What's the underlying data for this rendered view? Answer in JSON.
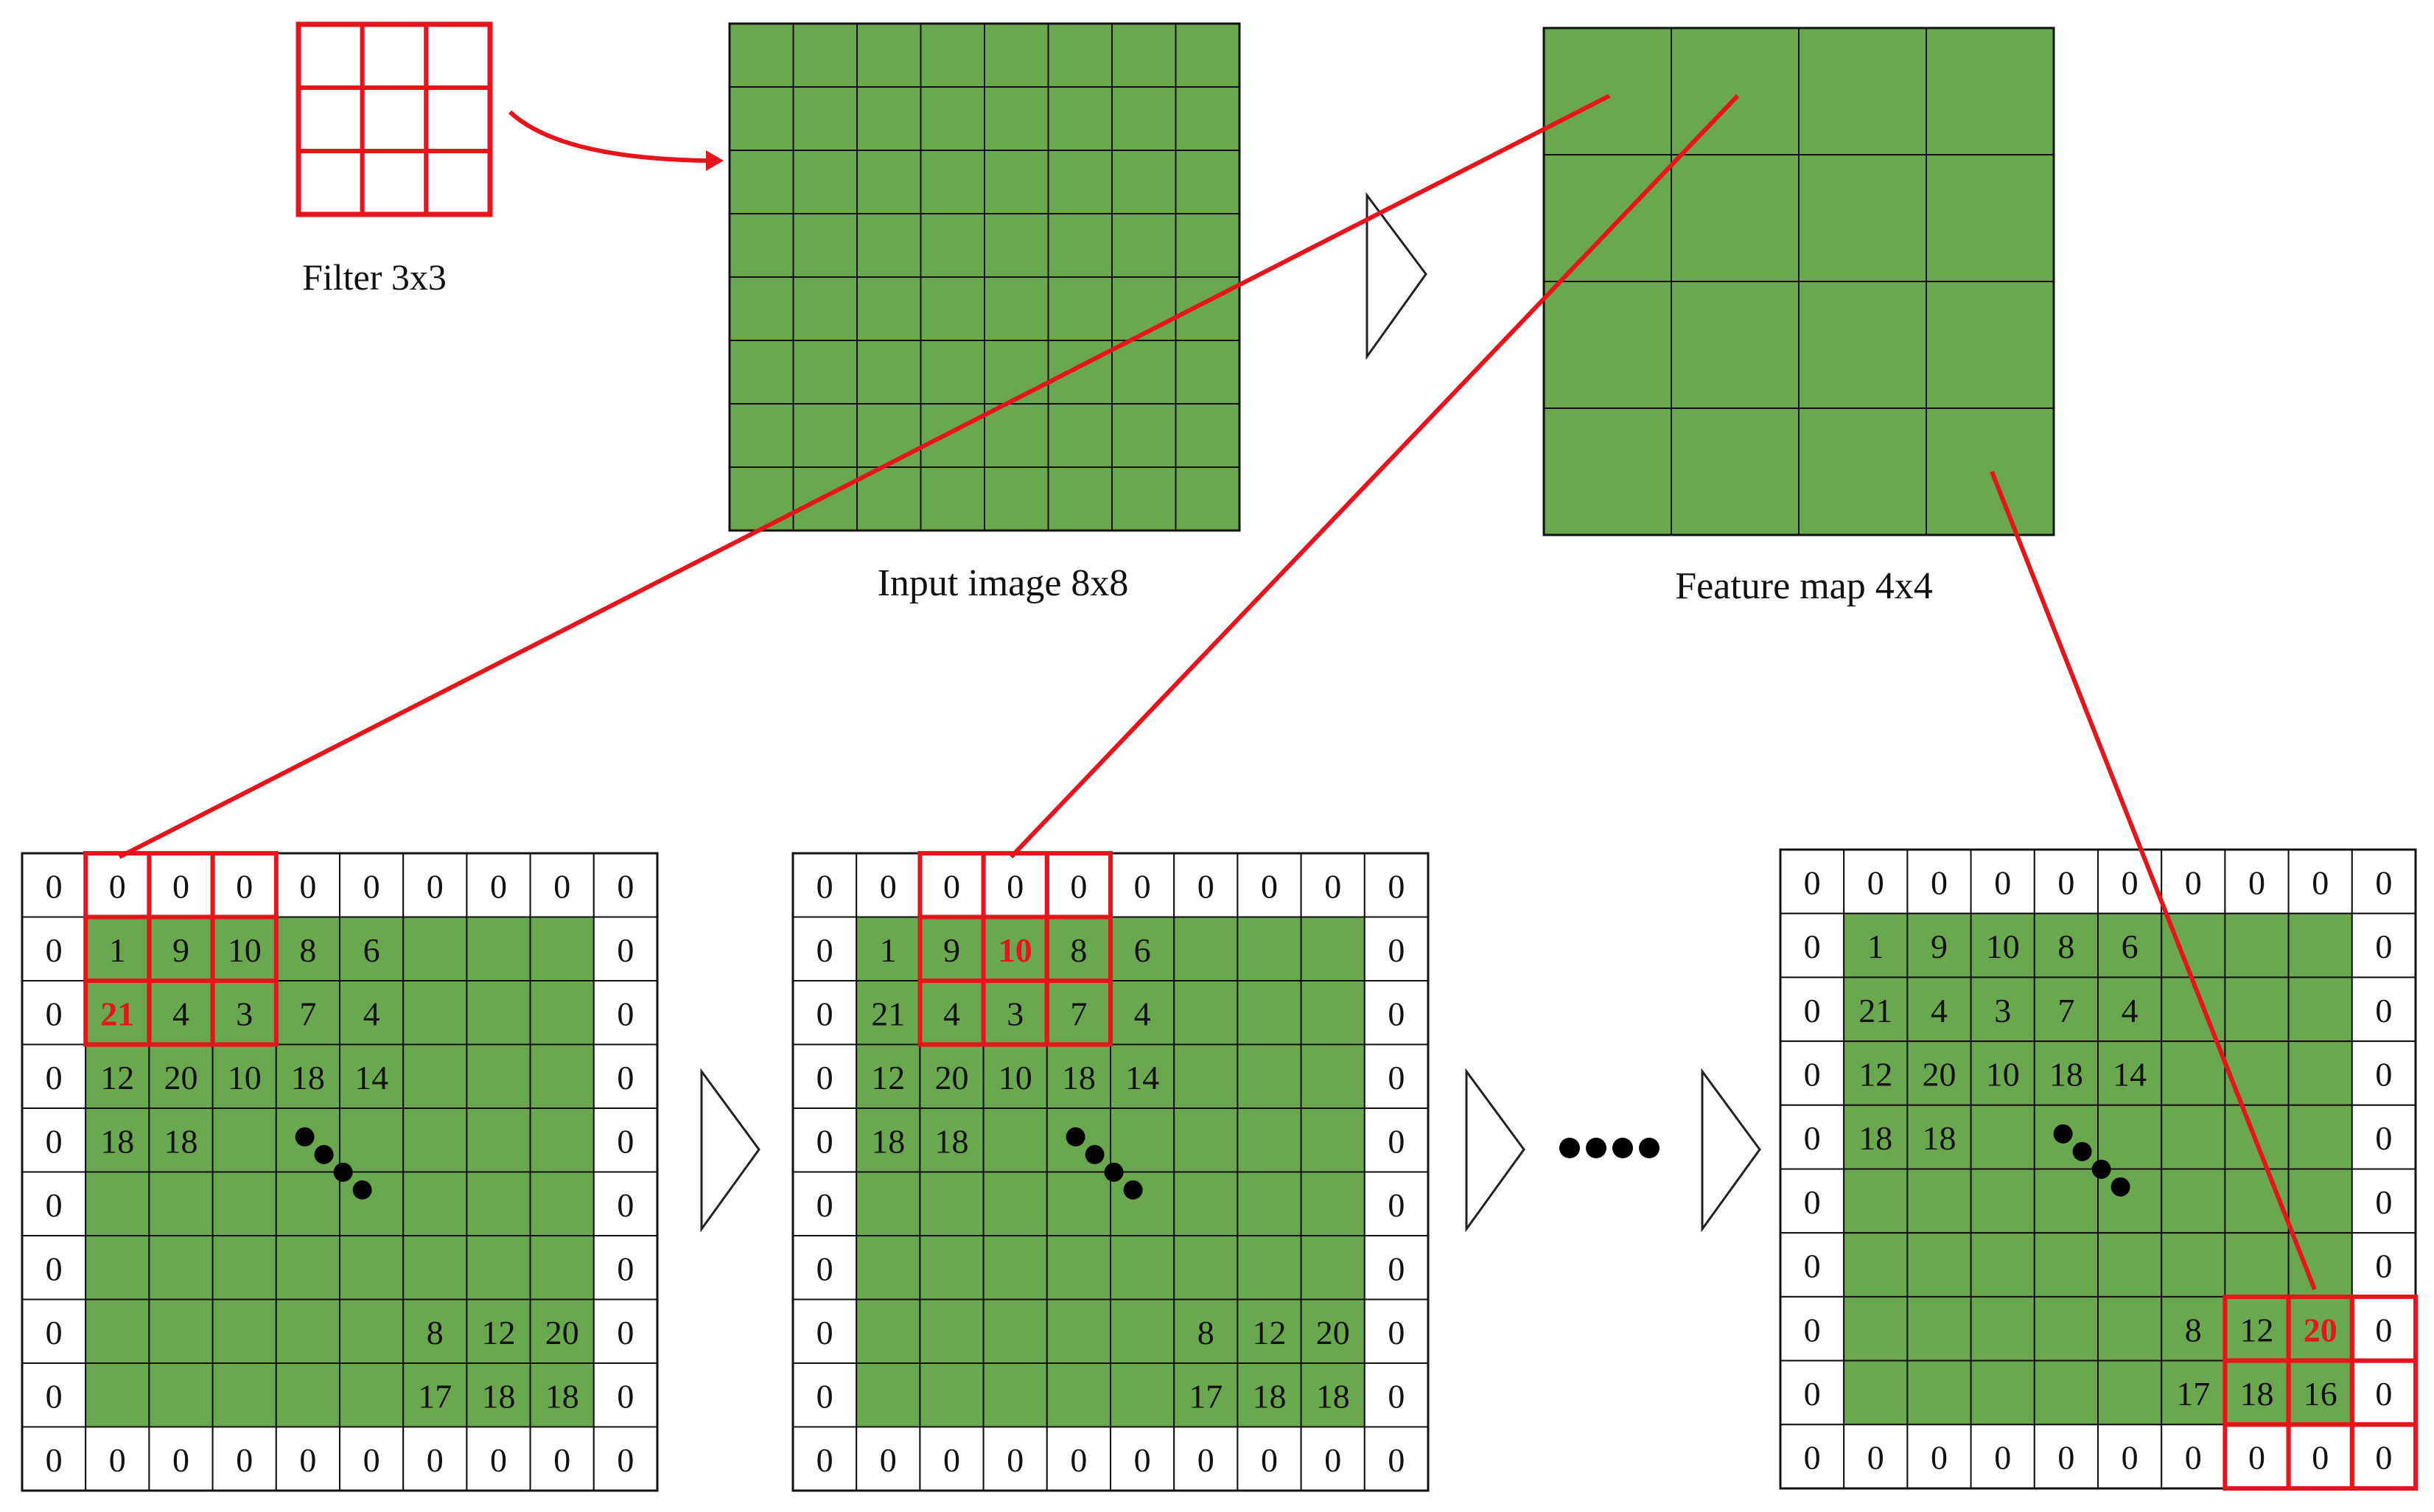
{
  "labels": {
    "filter": "Filter 3x3",
    "input": "Input image 8x8",
    "feature": "Feature map 4x4"
  },
  "colors": {
    "green": "#6aa84f",
    "red": "#e8141b",
    "grid": "#111111",
    "dot": "#000000"
  },
  "grid_counts": {
    "filter": 3,
    "input": 8,
    "feature": 4,
    "padded": 10
  },
  "panels": [
    {
      "name": "step-1",
      "cells": [
        [
          "0",
          "0",
          "0",
          "0",
          "0",
          "0",
          "0",
          "0",
          "0",
          "0"
        ],
        [
          "0",
          "1",
          "9",
          "10",
          "8",
          "6",
          "",
          "",
          "",
          "0"
        ],
        [
          "0",
          "21",
          "4",
          "3",
          "7",
          "4",
          "",
          "",
          "",
          "0"
        ],
        [
          "0",
          "12",
          "20",
          "10",
          "18",
          "14",
          "",
          "",
          "",
          "0"
        ],
        [
          "0",
          "18",
          "18",
          "",
          "",
          "",
          "",
          "",
          "",
          "0"
        ],
        [
          "0",
          "",
          "",
          "",
          "",
          "",
          "",
          "",
          "",
          "0"
        ],
        [
          "0",
          "",
          "",
          "",
          "",
          "",
          "",
          "",
          "",
          "0"
        ],
        [
          "0",
          "",
          "",
          "",
          "",
          "",
          "8",
          "12",
          "20",
          "0"
        ],
        [
          "0",
          "",
          "",
          "",
          "",
          "",
          "17",
          "18",
          "18",
          "0"
        ],
        [
          "0",
          "0",
          "0",
          "0",
          "0",
          "0",
          "0",
          "0",
          "0",
          "0"
        ]
      ],
      "highlight_value": "21"
    },
    {
      "name": "step-2",
      "cells": [
        [
          "0",
          "0",
          "0",
          "0",
          "0",
          "0",
          "0",
          "0",
          "0",
          "0"
        ],
        [
          "0",
          "1",
          "9",
          "10",
          "8",
          "6",
          "",
          "",
          "",
          "0"
        ],
        [
          "0",
          "21",
          "4",
          "3",
          "7",
          "4",
          "",
          "",
          "",
          "0"
        ],
        [
          "0",
          "12",
          "20",
          "10",
          "18",
          "14",
          "",
          "",
          "",
          "0"
        ],
        [
          "0",
          "18",
          "18",
          "",
          "",
          "",
          "",
          "",
          "",
          "0"
        ],
        [
          "0",
          "",
          "",
          "",
          "",
          "",
          "",
          "",
          "",
          "0"
        ],
        [
          "0",
          "",
          "",
          "",
          "",
          "",
          "",
          "",
          "",
          "0"
        ],
        [
          "0",
          "",
          "",
          "",
          "",
          "",
          "8",
          "12",
          "20",
          "0"
        ],
        [
          "0",
          "",
          "",
          "",
          "",
          "",
          "17",
          "18",
          "18",
          "0"
        ],
        [
          "0",
          "0",
          "0",
          "0",
          "0",
          "0",
          "0",
          "0",
          "0",
          "0"
        ]
      ],
      "highlight_value": "10"
    },
    {
      "name": "step-last",
      "cells": [
        [
          "0",
          "0",
          "0",
          "0",
          "0",
          "0",
          "0",
          "0",
          "0",
          "0"
        ],
        [
          "0",
          "1",
          "9",
          "10",
          "8",
          "6",
          "",
          "",
          "",
          "0"
        ],
        [
          "0",
          "21",
          "4",
          "3",
          "7",
          "4",
          "",
          "",
          "",
          "0"
        ],
        [
          "0",
          "12",
          "20",
          "10",
          "18",
          "14",
          "",
          "",
          "",
          "0"
        ],
        [
          "0",
          "18",
          "18",
          "",
          "",
          "",
          "",
          "",
          "",
          "0"
        ],
        [
          "0",
          "",
          "",
          "",
          "",
          "",
          "",
          "",
          "",
          "0"
        ],
        [
          "0",
          "",
          "",
          "",
          "",
          "",
          "",
          "",
          "",
          "0"
        ],
        [
          "0",
          "",
          "",
          "",
          "",
          "",
          "8",
          "12",
          "20",
          "0"
        ],
        [
          "0",
          "",
          "",
          "",
          "",
          "",
          "17",
          "18",
          "16",
          "0"
        ],
        [
          "0",
          "0",
          "0",
          "0",
          "0",
          "0",
          "0",
          "0",
          "0",
          "0"
        ]
      ],
      "highlight_value": "20"
    }
  ]
}
